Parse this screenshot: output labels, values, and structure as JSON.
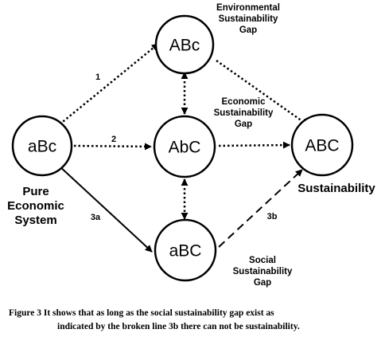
{
  "nodes": {
    "top": "ABc",
    "left": "aBc",
    "middle": "AbC",
    "bottom": "aBC",
    "right": "ABC"
  },
  "annotations": {
    "environmental": [
      "Environmental",
      "Sustainability",
      "Gap"
    ],
    "economic": [
      "Economic",
      "Sustainability",
      "Gap"
    ],
    "social": [
      "Social",
      "Sustainability",
      "Gap"
    ],
    "pure_economic": [
      "Pure",
      "Economic",
      "System"
    ],
    "sustainability": "Sustainability"
  },
  "edges": {
    "label_1": "1",
    "label_2": "2",
    "label_3a": "3a",
    "label_3b": "3b"
  },
  "caption": {
    "line1": "Figure 3  It shows that as long as the social sustainability gap exist as",
    "line2": "indicated by the broken line 3b there can not be sustainability."
  }
}
